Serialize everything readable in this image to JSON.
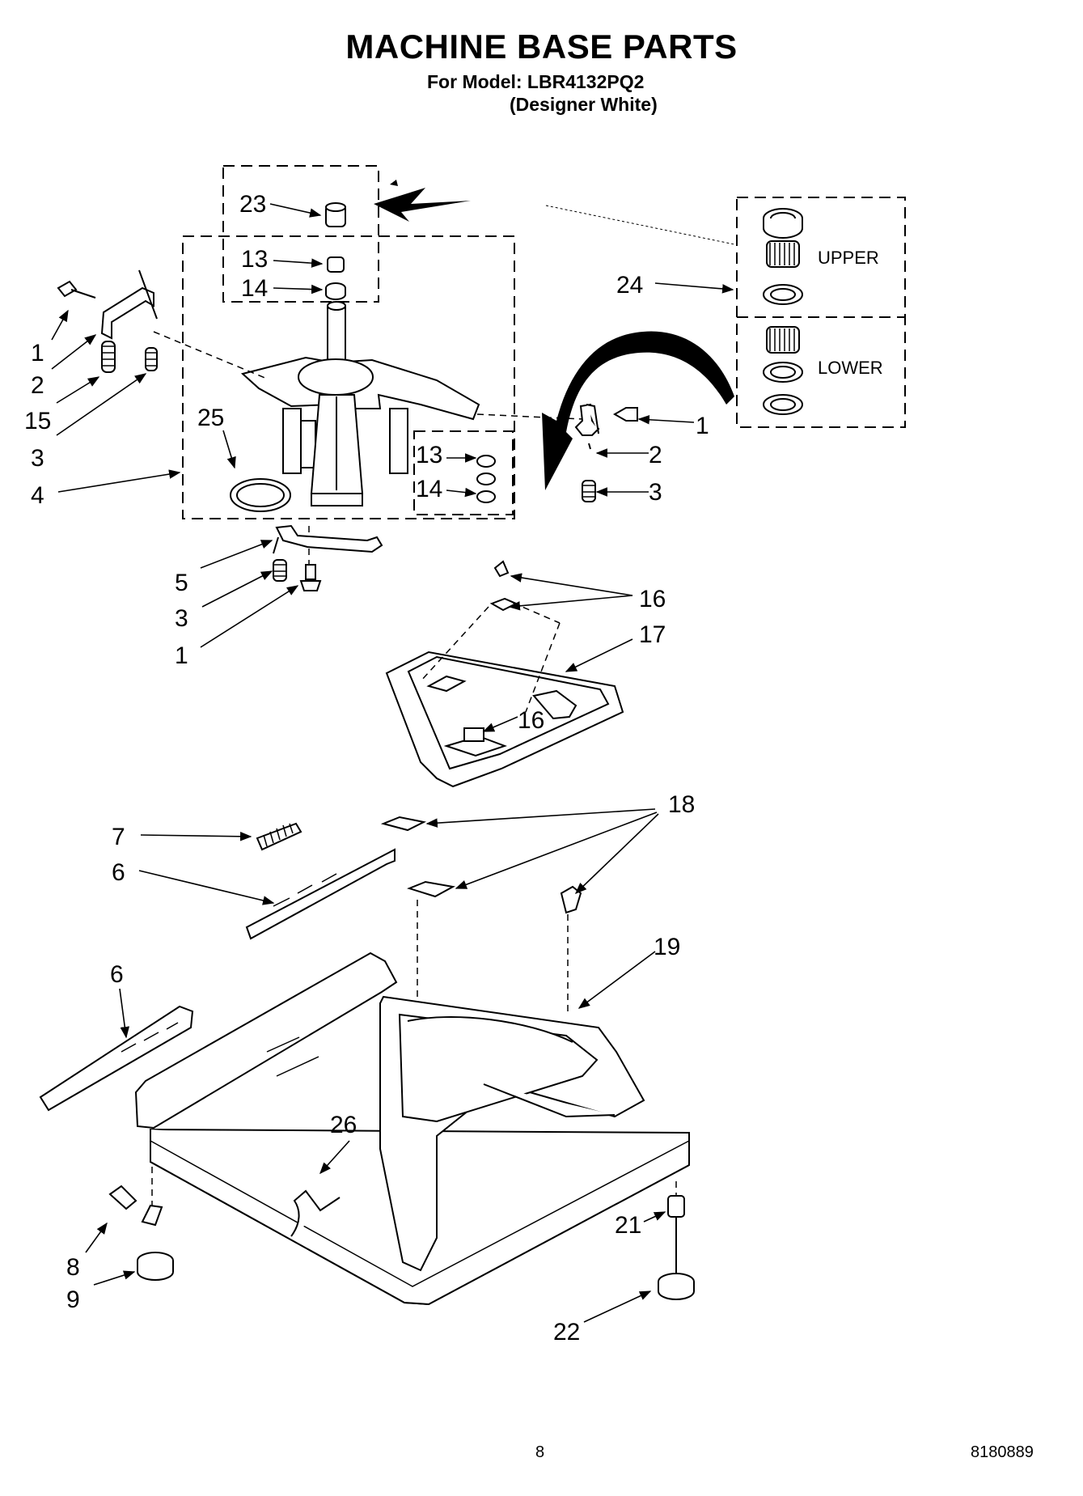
{
  "header": {
    "title": "MACHINE BASE PARTS",
    "model_line": "For Model: LBR4132PQ2",
    "color_line": "(Designer White)"
  },
  "diagram": {
    "callouts": [
      {
        "id": "c23",
        "label": "23"
      },
      {
        "id": "c13a",
        "label": "13"
      },
      {
        "id": "c14a",
        "label": "14"
      },
      {
        "id": "c1a",
        "label": "1"
      },
      {
        "id": "c2a",
        "label": "2"
      },
      {
        "id": "c15",
        "label": "15"
      },
      {
        "id": "c3a",
        "label": "3"
      },
      {
        "id": "c4",
        "label": "4"
      },
      {
        "id": "c25",
        "label": "25"
      },
      {
        "id": "c13b",
        "label": "13"
      },
      {
        "id": "c14b",
        "label": "14"
      },
      {
        "id": "c24",
        "label": "24"
      },
      {
        "id": "c1b",
        "label": "1"
      },
      {
        "id": "c2b",
        "label": "2"
      },
      {
        "id": "c3b",
        "label": "3"
      },
      {
        "id": "c5",
        "label": "5"
      },
      {
        "id": "c3c",
        "label": "3"
      },
      {
        "id": "c1c",
        "label": "1"
      },
      {
        "id": "c16a",
        "label": "16"
      },
      {
        "id": "c17",
        "label": "17"
      },
      {
        "id": "c16b",
        "label": "16"
      },
      {
        "id": "c7",
        "label": "7"
      },
      {
        "id": "c18",
        "label": "18"
      },
      {
        "id": "c6a",
        "label": "6"
      },
      {
        "id": "c19",
        "label": "19"
      },
      {
        "id": "c6b",
        "label": "6"
      },
      {
        "id": "c26",
        "label": "26"
      },
      {
        "id": "c21",
        "label": "21"
      },
      {
        "id": "c8",
        "label": "8"
      },
      {
        "id": "c9",
        "label": "9"
      },
      {
        "id": "c22",
        "label": "22"
      }
    ],
    "bearing_labels": {
      "upper": "UPPER",
      "lower": "LOWER"
    }
  },
  "footer": {
    "page_number": "8",
    "document_number": "8180889"
  }
}
